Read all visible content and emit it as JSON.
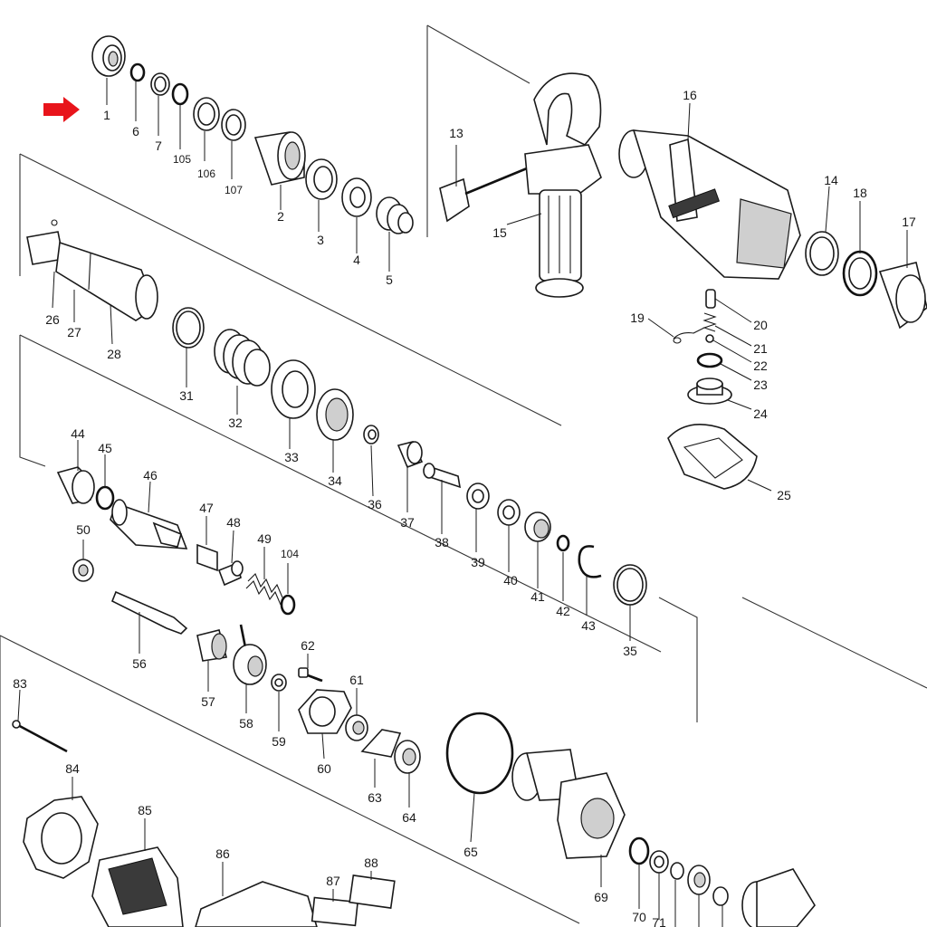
{
  "indicator_color": "#e8141b",
  "labels": {
    "p1": "1",
    "p2": "2",
    "p3": "3",
    "p4": "4",
    "p5": "5",
    "p6": "6",
    "p7": "7",
    "p105": "105",
    "p106": "106",
    "p107": "107",
    "p13": "13",
    "p14": "14",
    "p15": "15",
    "p16": "16",
    "p17": "17",
    "p18": "18",
    "p19": "19",
    "p20": "20",
    "p21": "21",
    "p22": "22",
    "p23": "23",
    "p24": "24",
    "p25": "25",
    "p26": "26",
    "p27": "27",
    "p28": "28",
    "p31": "31",
    "p32": "32",
    "p33": "33",
    "p34": "34",
    "p35": "35",
    "p36": "36",
    "p37": "37",
    "p38": "38",
    "p39": "39",
    "p40": "40",
    "p41": "41",
    "p42": "42",
    "p43": "43",
    "p44": "44",
    "p45": "45",
    "p46": "46",
    "p47": "47",
    "p48": "48",
    "p49": "49",
    "p104": "104",
    "p50": "50",
    "p56": "56",
    "p57": "57",
    "p58": "58",
    "p59": "59",
    "p60": "60",
    "p61": "61",
    "p62": "62",
    "p63": "63",
    "p64": "64",
    "p65": "65",
    "p69": "69",
    "p70": "70",
    "p71": "71",
    "p83": "83",
    "p84": "84",
    "p85": "85",
    "p86": "86",
    "p87": "87",
    "p88": "88"
  }
}
